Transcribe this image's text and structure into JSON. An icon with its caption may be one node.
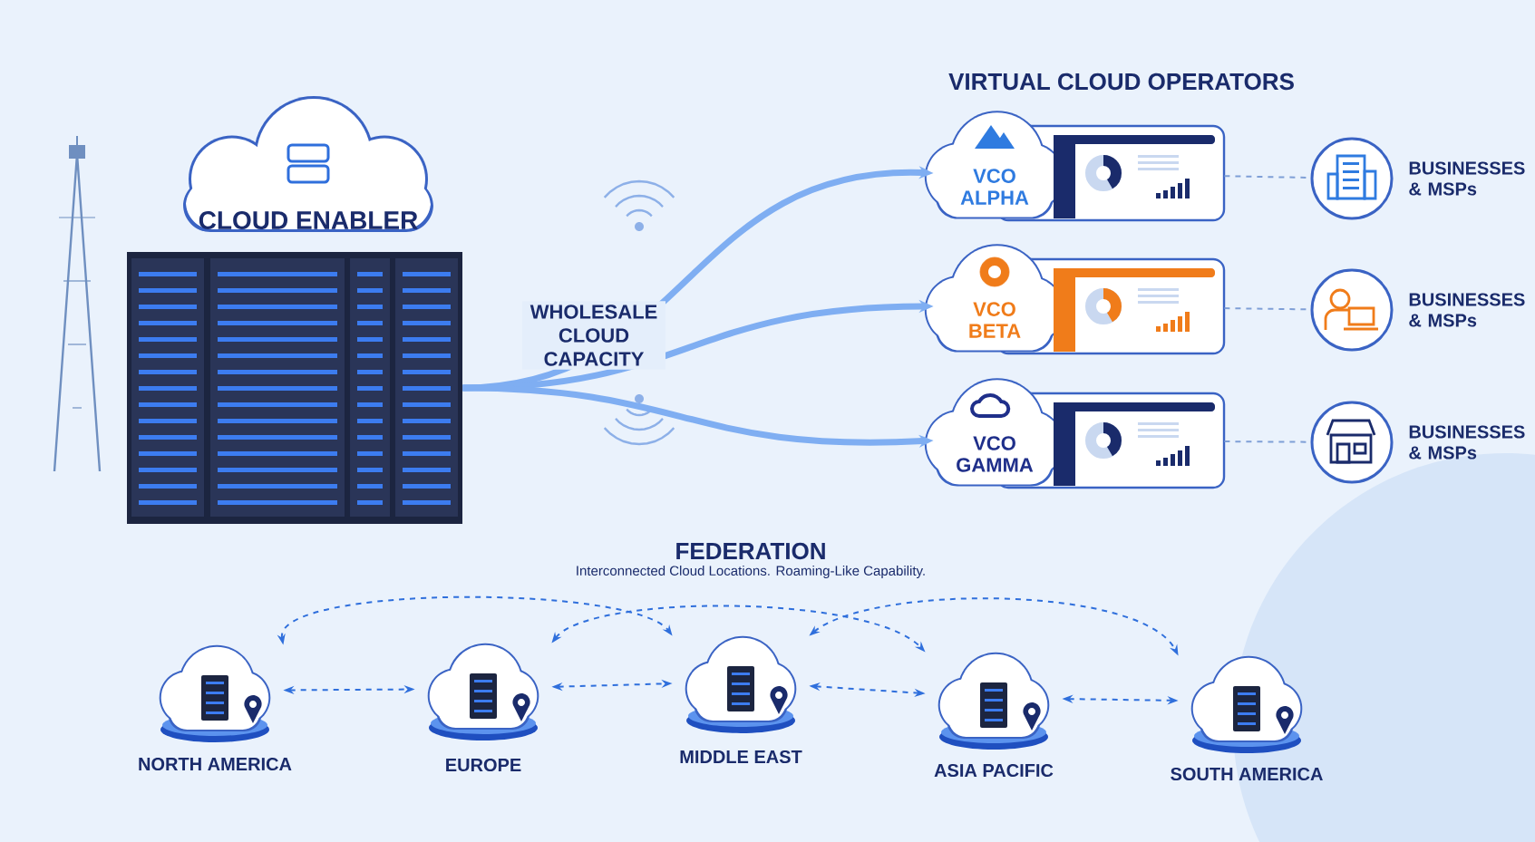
{
  "diagram": {
    "nodes": [
      {
        "text": [
          "CLOUD ENABLER"
        ]
      },
      {
        "text": [],
        "shape": "picture"
      },
      {
        "text": [
          "VCO ALPHA"
        ]
      },
      {
        "text": [
          "VCO BETA"
        ]
      },
      {
        "text": [
          "VCO GAMMA"
        ]
      },
      {
        "text": [],
        "shape": "circle",
        "beside": [
          "BUSINESSES & MSPs"
        ]
      },
      {
        "text": [],
        "shape": "circle",
        "beside": [
          "BUSINESSES & MSPs"
        ]
      },
      {
        "text": [],
        "shape": "circle",
        "beside": [
          "BUSINESSES & MSPs"
        ]
      },
      {
        "text": [
          "NORTH AMERICA"
        ]
      },
      {
        "text": [
          "EUROPE"
        ]
      },
      {
        "text": [
          "MIDDLE EAST"
        ]
      },
      {
        "text": [
          "ASIA PACIFIC"
        ]
      },
      {
        "text": [
          "SOUTH AMERICA"
        ]
      }
    ],
    "edges": [
      {
        "from": 1,
        "to": 2,
        "arrow": "to",
        "style": "thick"
      },
      {
        "from": 1,
        "to": 3,
        "arrow": "to",
        "style": "thick",
        "label": "WHOLESALE CLOUD CAPACITY"
      },
      {
        "from": 1,
        "to": 4,
        "arrow": "to",
        "style": "thick"
      },
      {
        "from": 2,
        "to": 5,
        "arrow": "none",
        "style": "dashed",
        "color": "#7f9fd6"
      },
      {
        "from": 3,
        "to": 6,
        "arrow": "none",
        "style": "dashed",
        "color": "#7f9fd6"
      },
      {
        "from": 4,
        "to": 7,
        "arrow": "none",
        "style": "dashed",
        "color": "#7f9fd6"
      },
      {
        "from": 8,
        "to": 9,
        "arrow": "both",
        "style": "dashed"
      },
      {
        "from": 9,
        "to": 10,
        "arrow": "both",
        "style": "dashed"
      },
      {
        "from": 10,
        "to": 11,
        "arrow": "both",
        "style": "dashed"
      },
      {
        "from": 11,
        "to": 12,
        "arrow": "both",
        "style": "dashed"
      },
      {
        "from": 8,
        "to": 10,
        "arrow": "both",
        "style": "dashed"
      },
      {
        "from": 9,
        "to": 11,
        "arrow": "both",
        "style": "dashed"
      },
      {
        "from": 10,
        "to": 12,
        "arrow": "both",
        "style": "dashed"
      }
    ],
    "labels": [
      "VIRTUAL CLOUD OPERATORS",
      "FEDERATION",
      "Interconnected Cloud Locations. Roaming-Like Capability."
    ]
  }
}
